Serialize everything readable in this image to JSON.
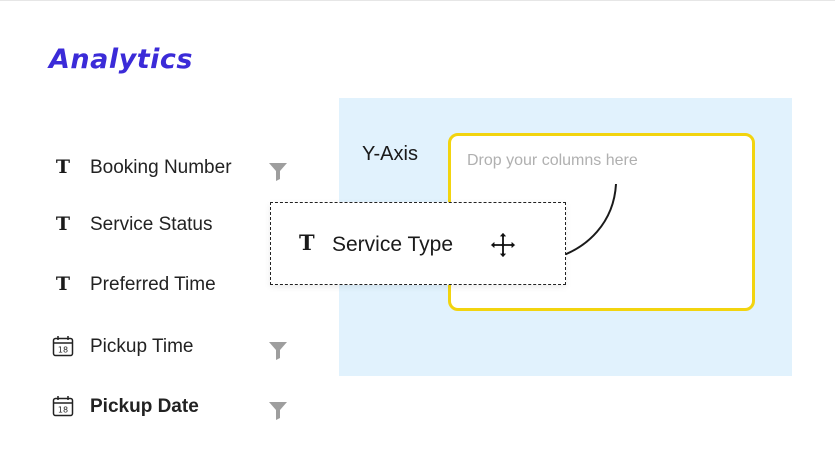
{
  "page": {
    "title": "Analytics"
  },
  "fields": [
    {
      "label": "Booking Number",
      "icon": "text-type-icon",
      "icon_glyph": "T",
      "has_filter": true
    },
    {
      "label": "Service Status",
      "icon": "text-type-icon",
      "icon_glyph": "T",
      "has_filter": false
    },
    {
      "label": "Preferred Time",
      "icon": "text-type-icon",
      "icon_glyph": "T",
      "has_filter": false
    },
    {
      "label": "Pickup Time",
      "icon": "calendar-icon",
      "icon_glyph": "18",
      "has_filter": true
    },
    {
      "label": "Pickup Date",
      "icon": "calendar-icon",
      "icon_glyph": "18",
      "has_filter": true
    }
  ],
  "drop_area": {
    "axis_label": "Y-Axis",
    "placeholder": "Drop your columns here"
  },
  "dragging_item": {
    "label": "Service Type",
    "icon": "text-type-icon",
    "icon_glyph": "T",
    "cursor": "move-cursor-icon"
  },
  "colors": {
    "title": "#3b2bd8",
    "drop_panel_bg": "#e1f2fd",
    "drop_zone_border": "#f2d40f",
    "filter_icon": "#9e9e9e",
    "placeholder_text": "#b0b0b0"
  }
}
